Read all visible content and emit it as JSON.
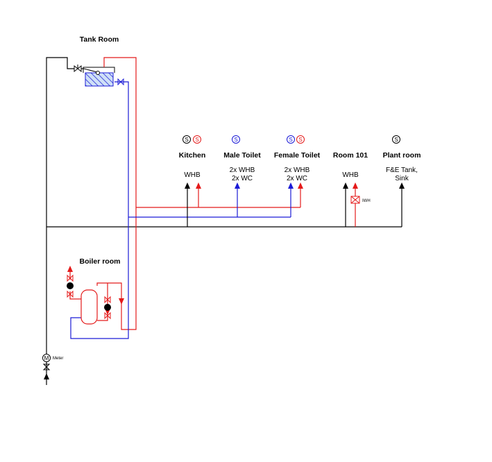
{
  "colors": {
    "cold": "#1a1ad6",
    "hot": "#e41a1a",
    "mains": "#000000",
    "tank_fill": "#c7dbf6"
  },
  "rooms": {
    "tank_room": "Tank Room",
    "boiler_room": "Boiler room"
  },
  "outlets": [
    {
      "name": "Kitchen",
      "fixtures": [
        "WHB"
      ],
      "symbol": "S"
    },
    {
      "name": "Male Toilet",
      "fixtures": [
        "2x WHB",
        "2x WC"
      ],
      "symbol": "S"
    },
    {
      "name": "Female Toilet",
      "fixtures": [
        "2x WHB",
        "2x WC"
      ],
      "symbol": "S"
    },
    {
      "name": "Room 101",
      "fixtures": [
        "WHB"
      ]
    },
    {
      "name": "Plant room",
      "fixtures": [
        "F&E Tank,",
        "Sink"
      ],
      "symbol": "S"
    }
  ],
  "labels": {
    "iwh": "IWH",
    "meter": "Meter",
    "meter_symbol": "M"
  }
}
